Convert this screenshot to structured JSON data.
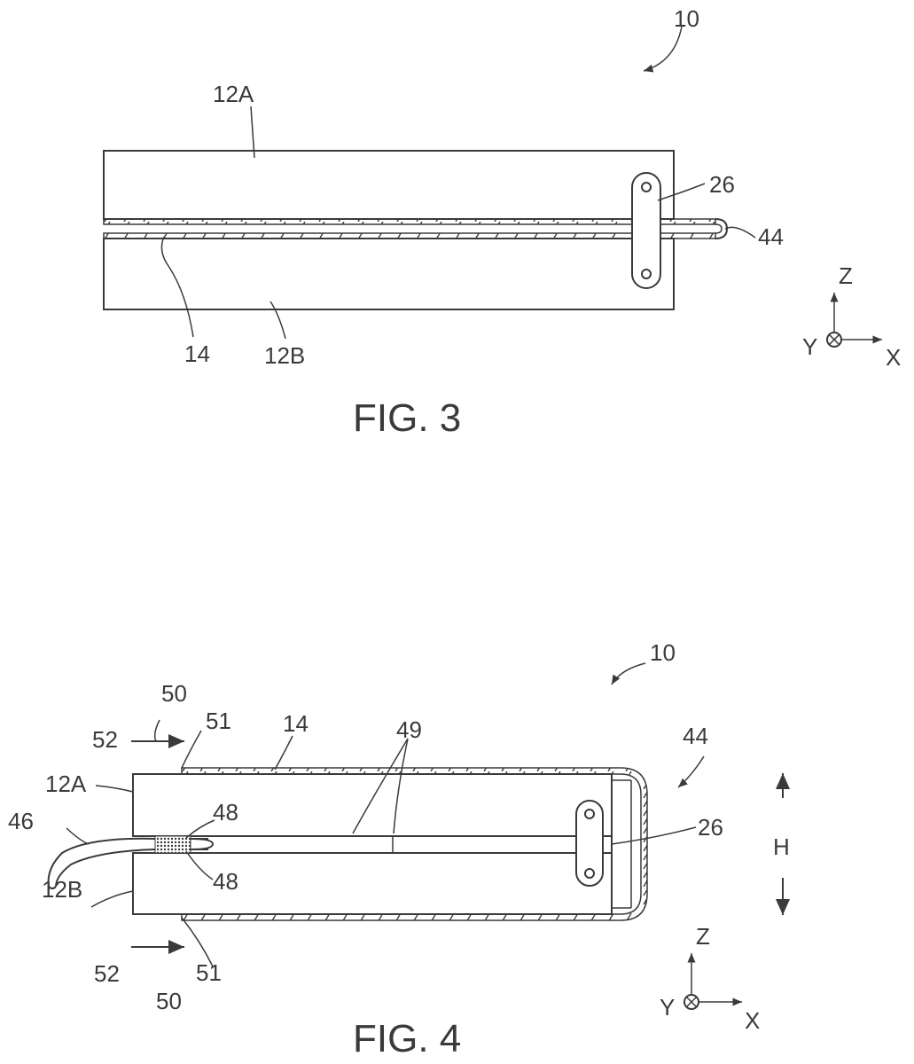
{
  "figure3": {
    "caption": "FIG. 3",
    "ref_assembly": "10",
    "ref_upper_block": "12A",
    "ref_lower_block": "12B",
    "ref_membrane": "14",
    "ref_clamp": "26",
    "ref_fold": "44",
    "axes": {
      "z": "Z",
      "y": "Y",
      "x": "X"
    }
  },
  "figure4": {
    "caption": "FIG. 4",
    "ref_assembly": "10",
    "ref_upper_block": "12A",
    "ref_lower_block": "12B",
    "ref_membrane": "14",
    "ref_clamp": "26",
    "ref_fold": "44",
    "ref_lead": "46",
    "ref_seal_top": "48",
    "ref_seal_bottom": "48",
    "ref_lines": "49",
    "ref_force_top": "50",
    "ref_force_bottom": "50",
    "ref_edge_top": "51",
    "ref_edge_bottom": "51",
    "ref_face_top": "52",
    "ref_face_bottom": "52",
    "ref_height": "H",
    "axes": {
      "z": "Z",
      "y": "Y",
      "x": "X"
    }
  }
}
